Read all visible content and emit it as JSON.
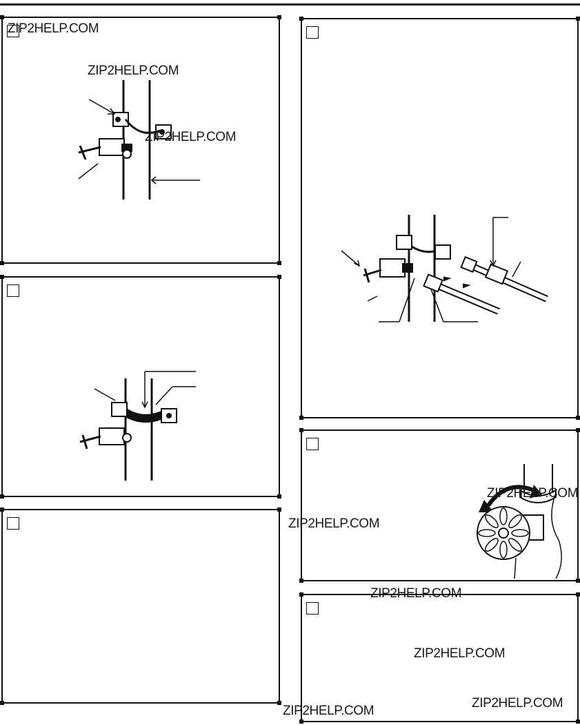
{
  "watermark": "ZIP2HELP.COM",
  "panels": [
    {
      "id": "step-1",
      "figure": "saddle-valve-clamped-on-pipe"
    },
    {
      "id": "step-2",
      "figure": "saddle-valve-with-gasket"
    },
    {
      "id": "step-3",
      "figure": "blank"
    },
    {
      "id": "step-4",
      "figure": "tubing-connection-to-valve"
    },
    {
      "id": "step-5",
      "figure": "shutoff-valve-handle-turn"
    },
    {
      "id": "step-6",
      "figure": "blank"
    }
  ],
  "colors": {
    "ink": "#111111",
    "background": "#ffffff"
  }
}
